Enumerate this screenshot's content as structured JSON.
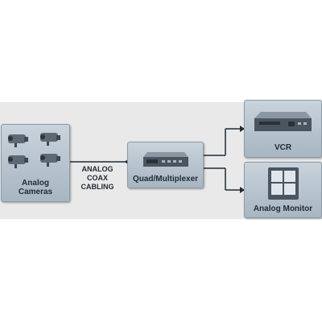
{
  "nodes": {
    "cameras": {
      "line1": "Analog",
      "line2": "Cameras"
    },
    "multiplexer": {
      "label": "Quad/Multiplexer"
    },
    "vcr": {
      "label": "VCR"
    },
    "monitor": {
      "label": "Analog Monitor"
    }
  },
  "connection": {
    "line1": "ANALOG",
    "line2": "COAX",
    "line3": "CABLING"
  }
}
